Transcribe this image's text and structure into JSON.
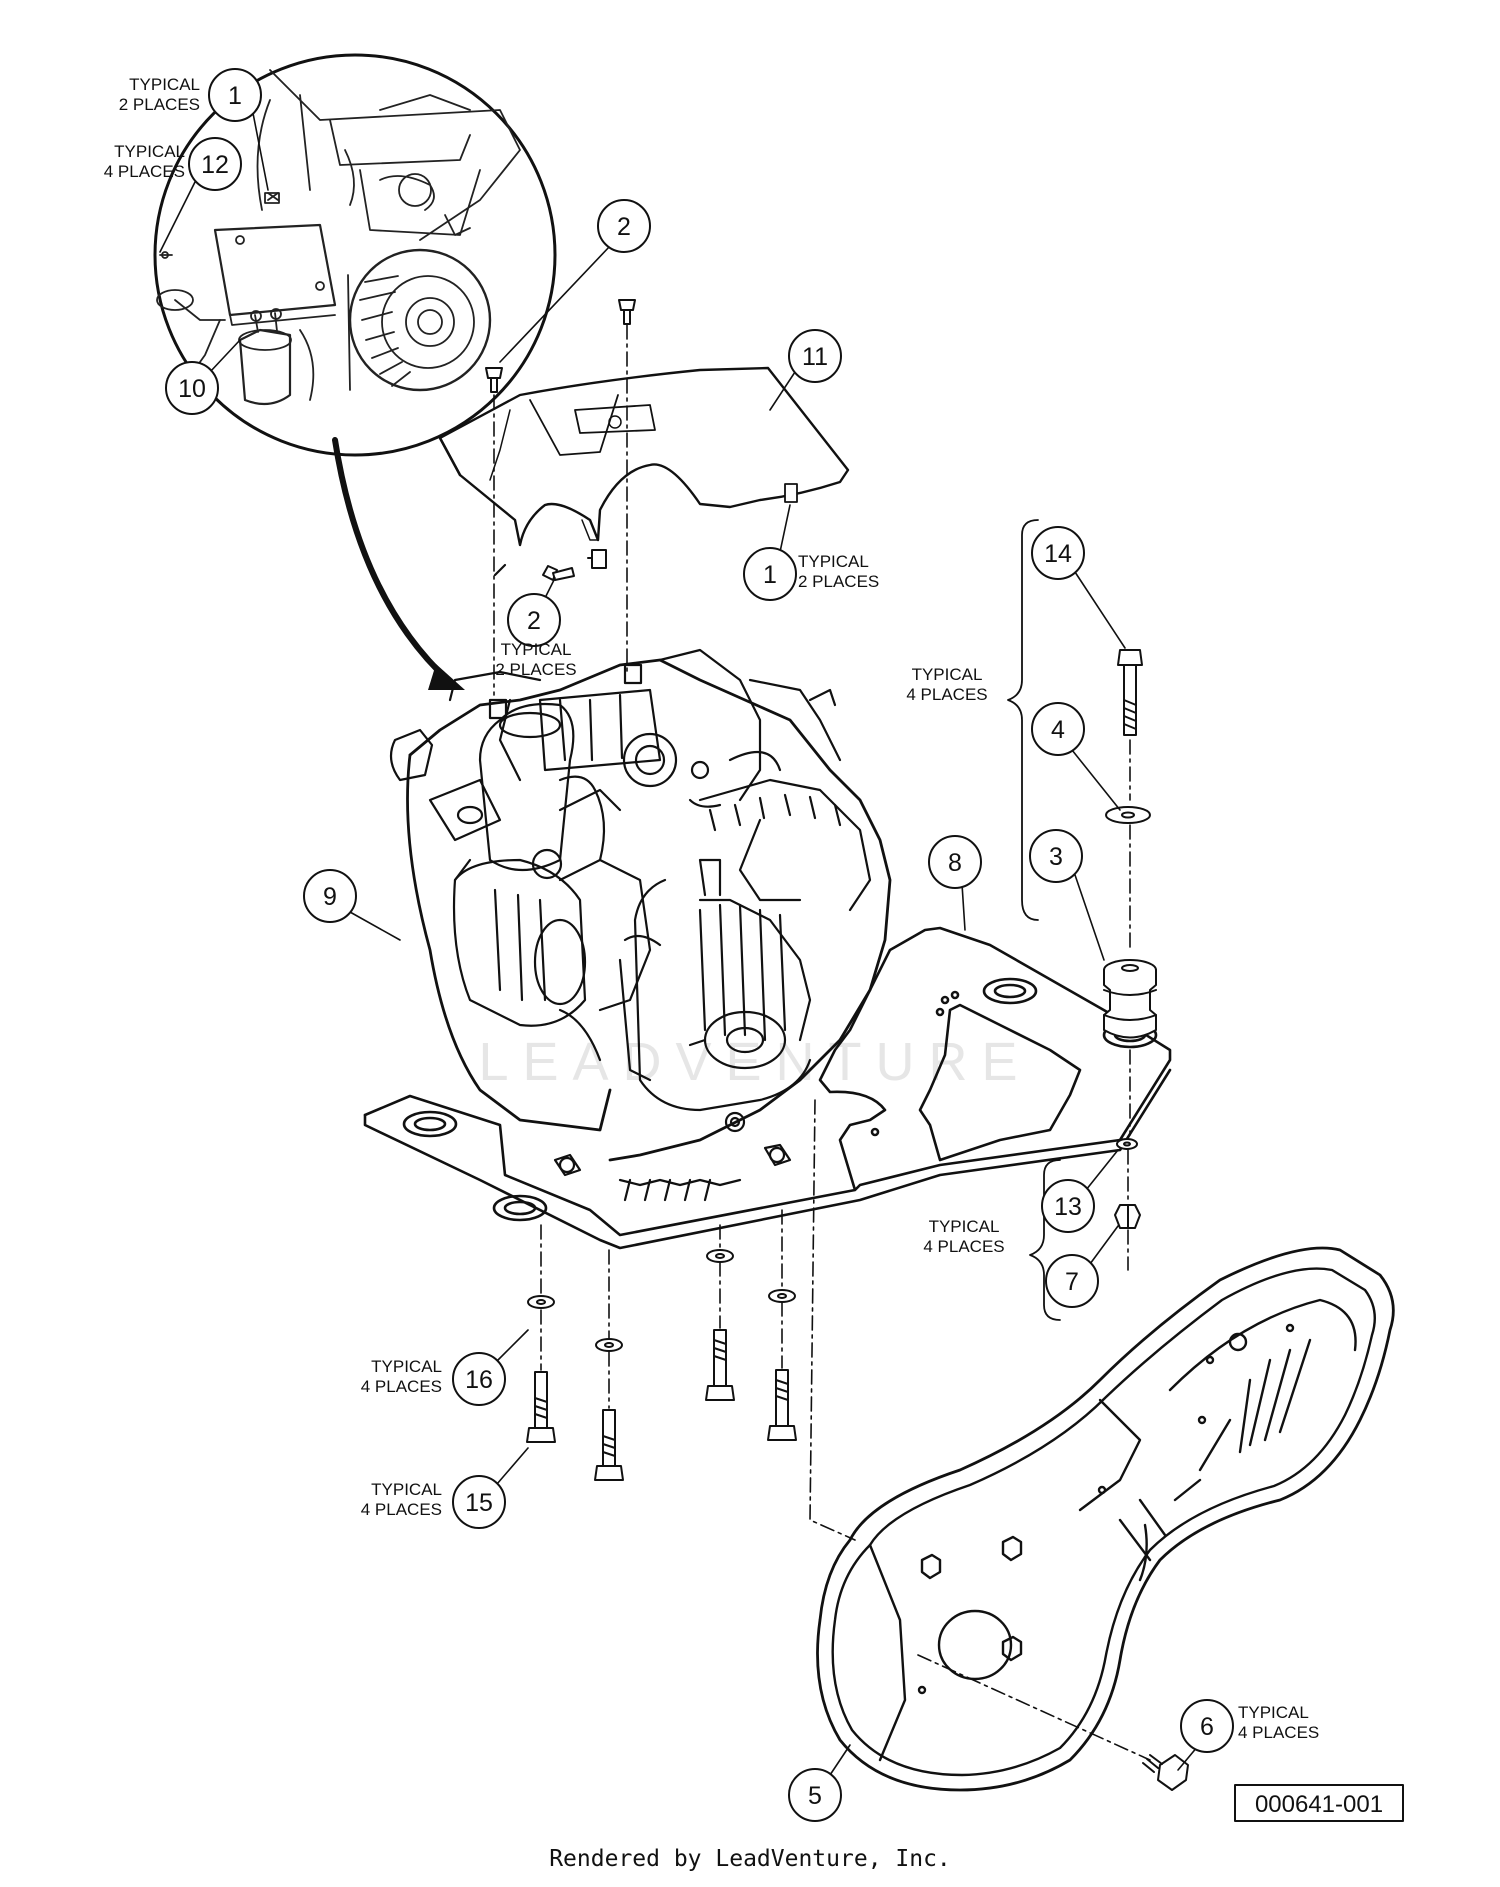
{
  "document_id": "000641-001",
  "footer": "Rendered by LeadVenture, Inc.",
  "watermark": "LEADVENTURE",
  "callouts": [
    {
      "id": "c1-inset",
      "number": "1",
      "label": [
        "TYPICAL",
        "2 PLACES"
      ]
    },
    {
      "id": "c12",
      "number": "12",
      "label": [
        "TYPICAL",
        "4 PLACES"
      ]
    },
    {
      "id": "c10",
      "number": "10",
      "label": []
    },
    {
      "id": "c2-top",
      "number": "2",
      "label": []
    },
    {
      "id": "c11",
      "number": "11",
      "label": []
    },
    {
      "id": "c1-cover",
      "number": "1",
      "label": [
        "TYPICAL",
        "2 PLACES"
      ]
    },
    {
      "id": "c2-mid",
      "number": "2",
      "label": []
    },
    {
      "id": "c2-engine",
      "number": "",
      "label": [
        "TYPICAL",
        "2 PLACES"
      ]
    },
    {
      "id": "c14",
      "number": "14",
      "label": []
    },
    {
      "id": "c4",
      "number": "4",
      "label": []
    },
    {
      "id": "c3",
      "number": "3",
      "label": []
    },
    {
      "id": "mount-group",
      "number": "",
      "label": [
        "TYPICAL",
        "4 PLACES"
      ]
    },
    {
      "id": "c8",
      "number": "8",
      "label": []
    },
    {
      "id": "c9",
      "number": "9",
      "label": []
    },
    {
      "id": "c13",
      "number": "13",
      "label": []
    },
    {
      "id": "c7",
      "number": "7",
      "label": []
    },
    {
      "id": "nut-group",
      "number": "",
      "label": [
        "TYPICAL",
        "4 PLACES"
      ]
    },
    {
      "id": "c16",
      "number": "16",
      "label": [
        "TYPICAL",
        "4 PLACES"
      ]
    },
    {
      "id": "c15",
      "number": "15",
      "label": [
        "TYPICAL",
        "4 PLACES"
      ]
    },
    {
      "id": "c6",
      "number": "6",
      "label": [
        "TYPICAL",
        "4 PLACES"
      ]
    },
    {
      "id": "c5",
      "number": "5",
      "label": []
    }
  ]
}
